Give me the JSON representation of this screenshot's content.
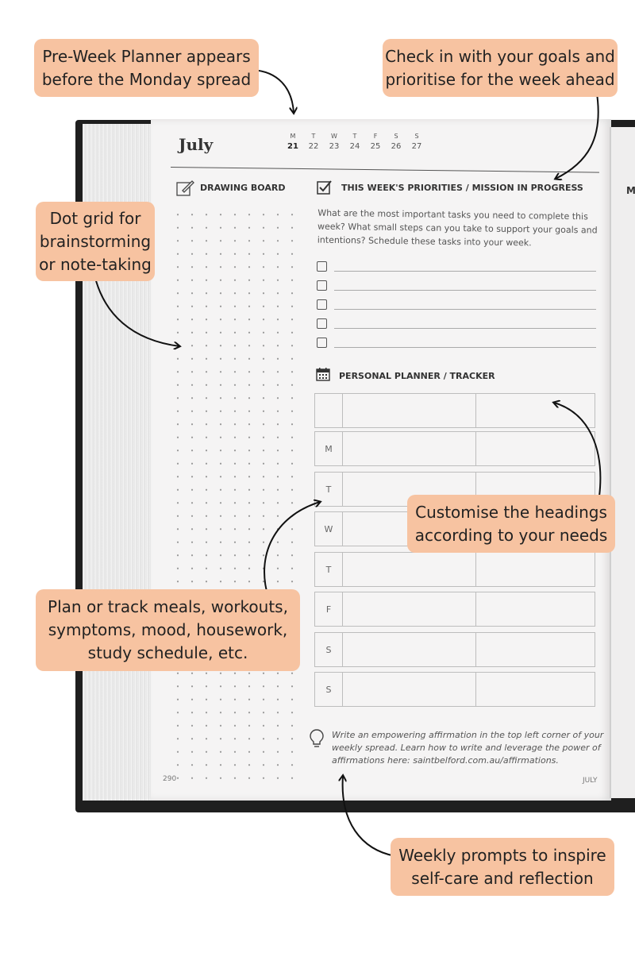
{
  "callouts": {
    "pre_week": [
      "Pre-Week Planner appears",
      "before the Monday spread"
    ],
    "check_in": [
      "Check in with your goals and",
      "prioritise for the week ahead"
    ],
    "dot_grid": [
      "Dot grid for",
      "brainstorming",
      "or note-taking"
    ],
    "customise": [
      "Customise the headings",
      "according to your needs"
    ],
    "plan_track": [
      "Plan or track meals, workouts,",
      "symptoms, mood, housework,",
      "study schedule, etc."
    ],
    "prompts": [
      "Weekly prompts to inspire",
      "self-care and reflection"
    ]
  },
  "planner": {
    "month": "July",
    "days": [
      {
        "letter": "M",
        "num": "21"
      },
      {
        "letter": "T",
        "num": "22"
      },
      {
        "letter": "W",
        "num": "23"
      },
      {
        "letter": "T",
        "num": "24"
      },
      {
        "letter": "F",
        "num": "25"
      },
      {
        "letter": "S",
        "num": "26"
      },
      {
        "letter": "S",
        "num": "27"
      }
    ],
    "drawing_board_title": "DRAWING BOARD",
    "priorities_title": "THIS WEEK'S PRIORITIES / MISSION IN PROGRESS",
    "priorities_prompt": [
      "What are the most important tasks you need to complete this",
      "week? What small steps can you take to support your goals and",
      "intentions? Schedule these tasks into your week."
    ],
    "tracker_title": "PERSONAL PLANNER / TRACKER",
    "tracker_days": [
      "",
      "M",
      "T",
      "W",
      "T",
      "F",
      "S",
      "S"
    ],
    "affirmation": [
      "Write an empowering affirmation in the top left corner of your",
      "weekly spread. Learn how to write and leverage the power of",
      "affirmations here: saintbelford.com.au/affirmations."
    ],
    "page_number": "290",
    "footer_month": "JULY",
    "right_page_partial": "M"
  },
  "colors": {
    "callout_bg": "#f7c3a1",
    "cover": "#1f1f1f",
    "page": "#f5f4f4"
  }
}
